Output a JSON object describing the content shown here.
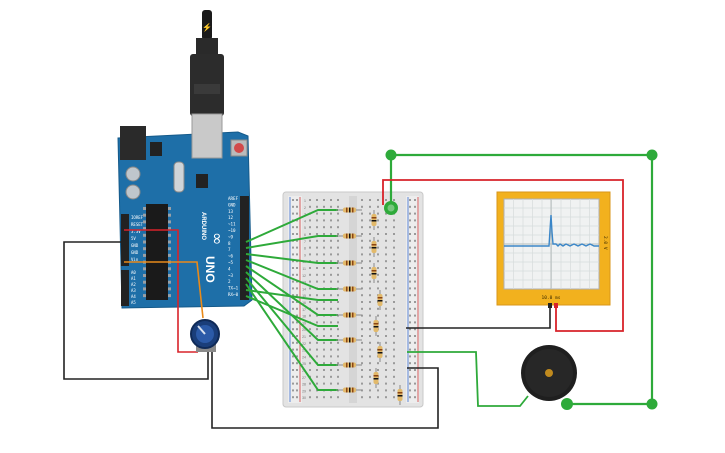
{
  "arduino": {
    "brand": "ARDUINO",
    "model": "UNO",
    "logo": "∞",
    "digital_header_labels": [
      "AREF",
      "GND",
      "13",
      "12",
      "~11",
      "~10",
      "~9",
      "8",
      "7",
      "~6",
      "~5",
      "4",
      "~3",
      "2",
      "TX→1",
      "RX←0"
    ],
    "power_header_labels": [
      "IOREF",
      "RESET",
      "3.3V",
      "5V",
      "GND",
      "GND",
      "Vin"
    ],
    "analog_header_labels": [
      "A0",
      "A1",
      "A2",
      "A3",
      "A4",
      "A5"
    ]
  },
  "oscilloscope": {
    "time_label": "10.0 ms",
    "volt_label": "2.0 V"
  },
  "breadboard": {
    "row_numbers_left": [
      "1",
      "2",
      "3",
      "4",
      "5",
      "6",
      "7",
      "8",
      "9",
      "10",
      "11",
      "12",
      "13",
      "14",
      "15",
      "16",
      "17",
      "18",
      "19",
      "20",
      "21",
      "22",
      "23",
      "24",
      "25",
      "26",
      "27",
      "28",
      "29",
      "30"
    ]
  },
  "colors": {
    "arduino_board": "#1e6fa8",
    "wire_green": "#2eaa3a",
    "wire_red": "#d8232a",
    "wire_black": "#222222",
    "wire_orange": "#e88a1a",
    "scope_frame": "#f2b11e",
    "scope_trace": "#3a86c8",
    "breadboard": "#e6e6e6",
    "buzzer": "#1f1f1f"
  },
  "icons": {
    "usb_plug": "usb-cable-plug",
    "potentiometer": "potentiometer-knob",
    "buzzer": "piezo-buzzer"
  }
}
